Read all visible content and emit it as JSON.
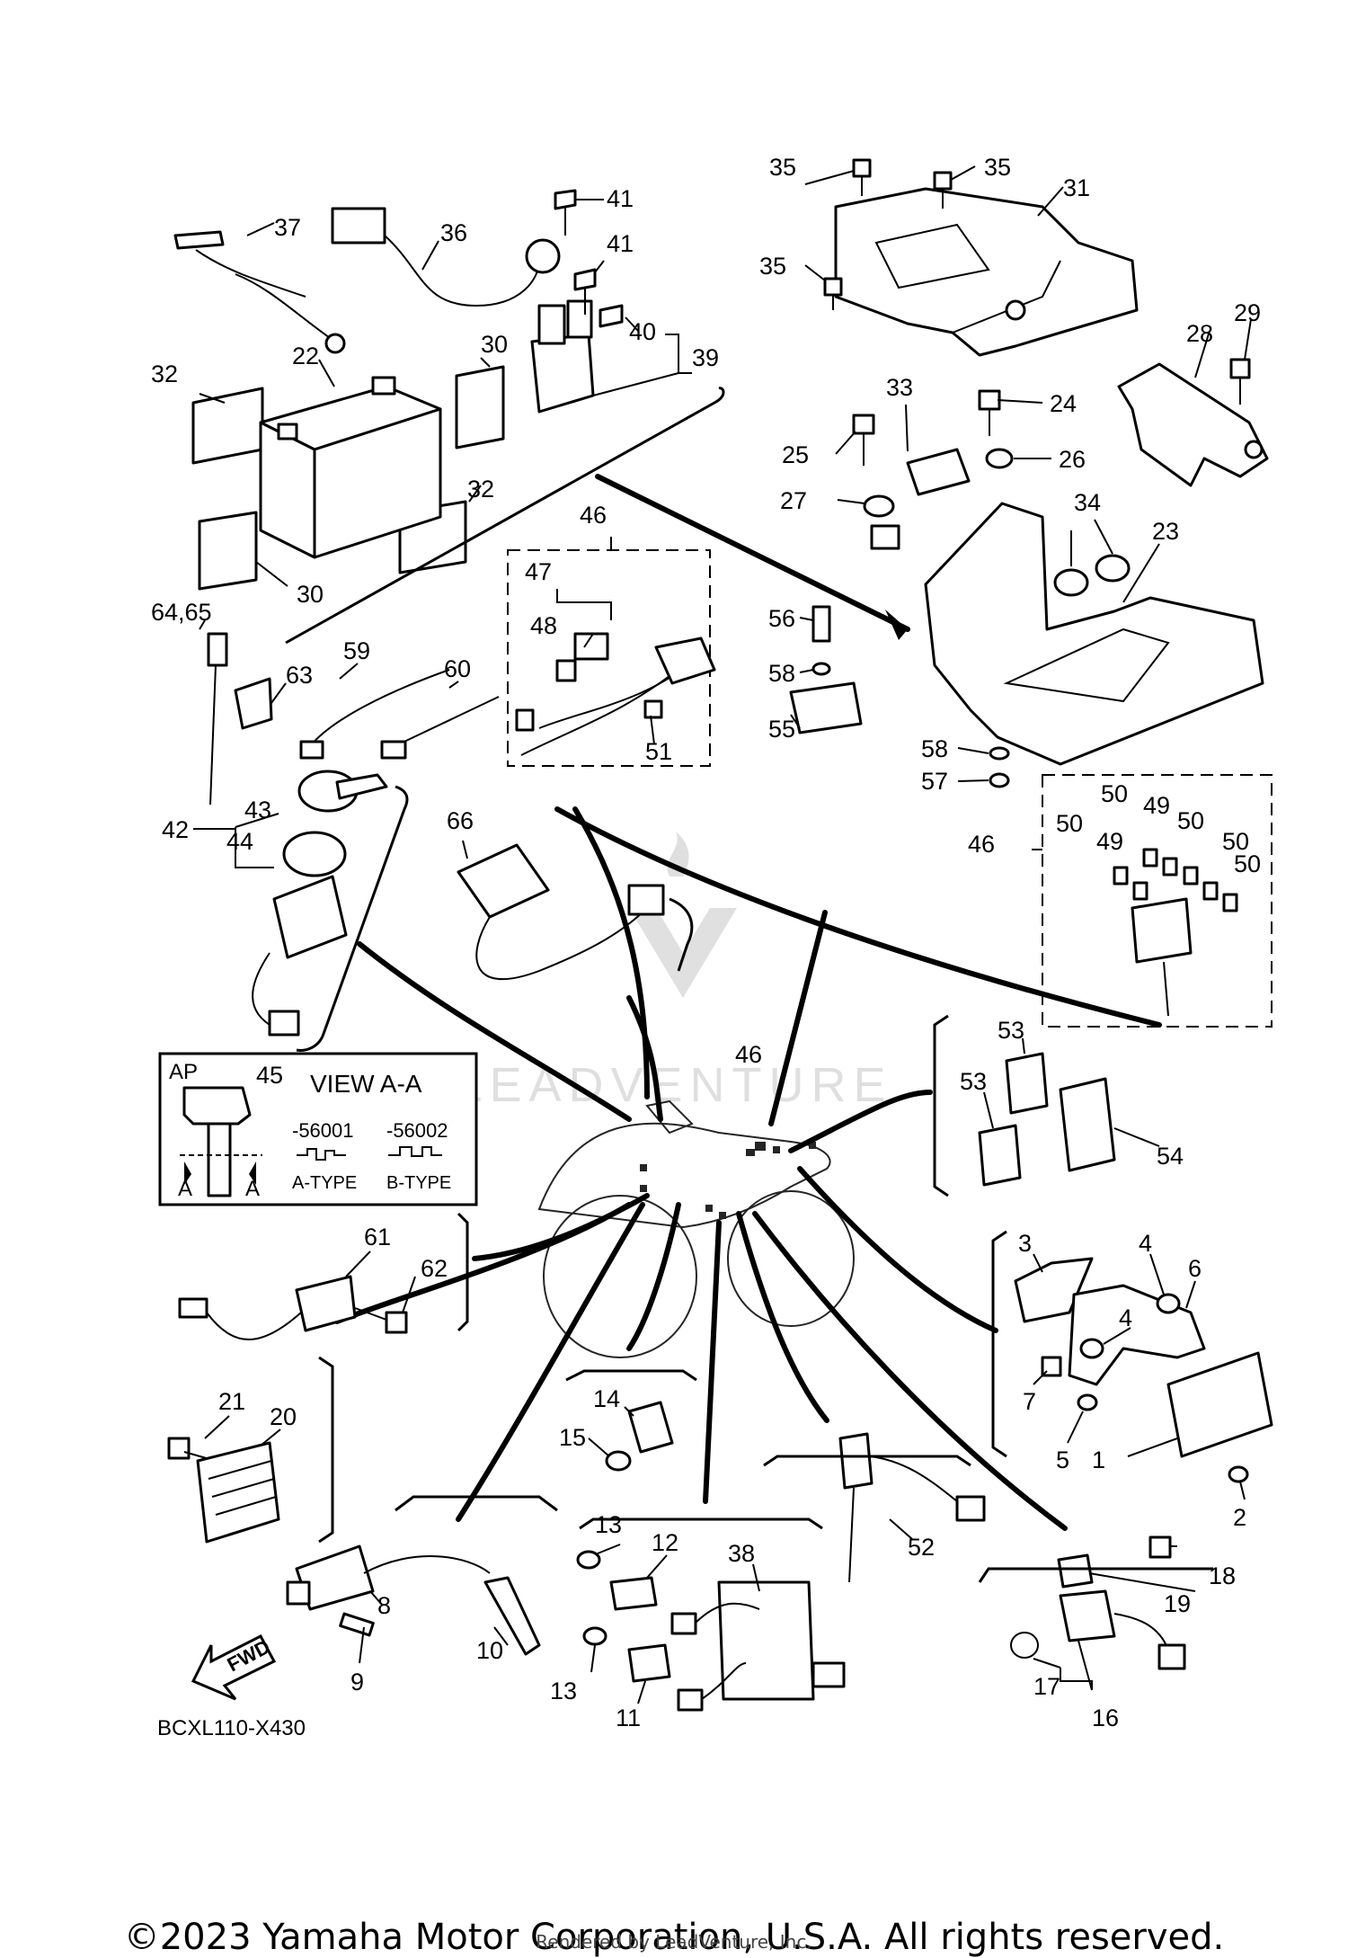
{
  "diagram": {
    "code": "BCXL110-X430",
    "copyright": "©2023 Yamaha Motor Corporation, U.S.A. All rights reserved.",
    "rendered_by": "Rendered by LeadVenture, Inc.",
    "watermark": "LEADVENTURE",
    "fwd_label": "FWD"
  },
  "key_box": {
    "ap": "AP",
    "part_no": "45",
    "view": "VIEW A-A",
    "code_a": "-56001",
    "code_b": "-56002",
    "type_a": "A-TYPE",
    "type_b": "B-TYPE",
    "section_left": "A",
    "section_right": "A"
  },
  "callouts": {
    "c1": "1",
    "c2": "2",
    "c3": "3",
    "c4a": "4",
    "c4b": "4",
    "c5": "5",
    "c6": "6",
    "c7": "7",
    "c8": "8",
    "c9": "9",
    "c10": "10",
    "c11": "11",
    "c12": "12",
    "c13a": "13",
    "c13b": "13",
    "c14": "14",
    "c15": "15",
    "c16": "16",
    "c17": "17",
    "c18": "18",
    "c19": "19",
    "c20": "20",
    "c21": "21",
    "c22": "22",
    "c23": "23",
    "c24": "24",
    "c25": "25",
    "c26": "26",
    "c27": "27",
    "c28": "28",
    "c29": "29",
    "c30a": "30",
    "c30b": "30",
    "c31": "31",
    "c32a": "32",
    "c32b": "32",
    "c33": "33",
    "c34": "34",
    "c35a": "35",
    "c35b": "35",
    "c35c": "35",
    "c36": "36",
    "c37": "37",
    "c38": "38",
    "c39": "39",
    "c40": "40",
    "c41a": "41",
    "c41b": "41",
    "c42": "42",
    "c43": "43",
    "c44": "44",
    "c46a": "46",
    "c46b": "46",
    "c46c": "46",
    "c47": "47",
    "c48": "48",
    "c49a": "49",
    "c49b": "49",
    "c50a": "50",
    "c50b": "50",
    "c50c": "50",
    "c50d": "50",
    "c50e": "50",
    "c51": "51",
    "c52": "52",
    "c53a": "53",
    "c53b": "53",
    "c54": "54",
    "c55": "55",
    "c56": "56",
    "c57": "57",
    "c58a": "58",
    "c58b": "58",
    "c59": "59",
    "c60": "60",
    "c61": "61",
    "c62": "62",
    "c63": "63",
    "c6465": "64,65",
    "c66": "66"
  }
}
